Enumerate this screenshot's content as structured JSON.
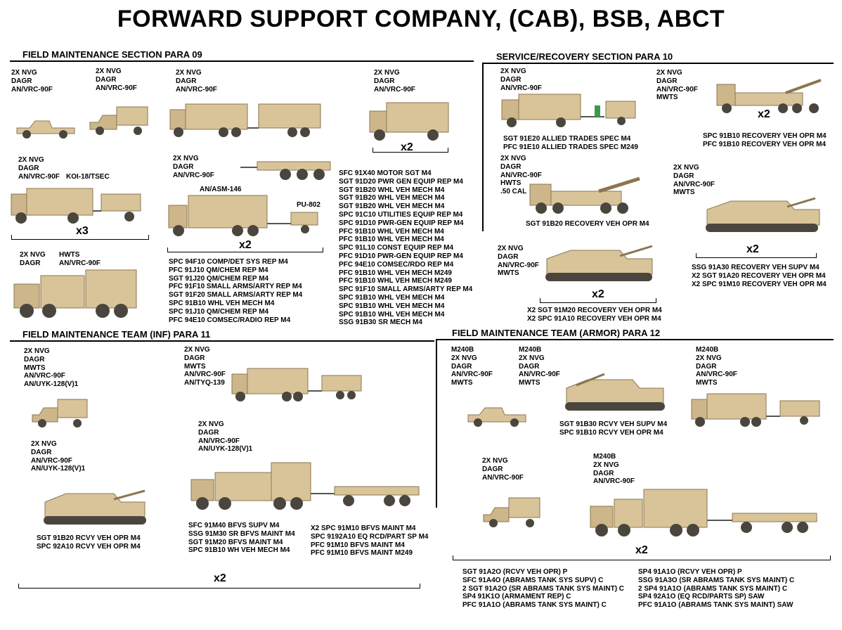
{
  "title": "FORWARD SUPPORT COMPANY,  (CAB), BSB, ABCT",
  "sections": {
    "fms": "FIELD MAINTENANCE SECTION   PARA 09",
    "srs": "SERVICE/RECOVERY SECTION   PARA 10",
    "fmt_inf": "FIELD MAINTENANCE TEAM (INF)  PARA 11",
    "fmt_armor": "FIELD MAINTENANCE TEAM (ARMOR)  PARA 12"
  },
  "equip": {
    "e1": "2X NVG\nDAGR\nAN/VRC-90F",
    "e2": "2X NVG\nDAGR\nAN/VRC-90F",
    "e3": "2X NVG\nDAGR\nAN/VRC-90F",
    "e4": "2X NVG\nDAGR\nAN/VRC-90F",
    "e5": "2X NVG\nDAGR\nAN/VRC-90F",
    "koi": "KOI-18/TSEC",
    "e6": "2X NVG\nDAGR\nAN/VRC-90F",
    "asm": "AN/ASM-146",
    "pu": "PU-802",
    "e7": "2X NVG\nDAGR",
    "e7b": "HWTS\nAN/VRC-90F",
    "s1": "2X NVG\nDAGR\nAN/VRC-90F",
    "s2": "2X NVG\nDAGR\nAN/VRC-90F\nMWTS",
    "s3": "2X NVG\nDAGR\nAN/VRC-90F\nHWTS\n.50 CAL",
    "s4": "2X NVG\nDAGR\nAN/VRC-90F\nMWTS",
    "s5": "2X NVG\nDAGR\nAN/VRC-90F\nMWTS",
    "i1": "2X NVG\nDAGR\nMWTS\nAN/VRC-90F\nAN/UYK-128(V)1",
    "i2": "2X NVG\nDAGR\nMWTS\nAN/VRC-90F\nAN/TYQ-139",
    "i3": "2X NVG\nDAGR\nAN/VRC-90F\nAN/UYK-128(V)1",
    "i4": "2X NVG\nDAGR\nAN/VRC-90F\nAN/UYK-128(V)1",
    "a1": "M240B\n2X NVG\nDAGR\nAN/VRC-90F\nMWTS",
    "a2": "M240B\n2X NVG\nDAGR\nAN/VRC-90F\nMWTS",
    "a3": "M240B\n2X NVG\nDAGR\nAN/VRC-90F\nMWTS",
    "a4": "2X NVG\nDAGR\nAN/VRC-90F",
    "a5": "M240B\n2X NVG\nDAGR\nAN/VRC-90F"
  },
  "personnel": {
    "fms_mid": "SPC 94F10 COMP/DET SYS REP M4\nPFC 91J10 QM/CHEM REP M4\nSGT 91J20 QM/CHEM REP M4\nPFC 91F10 SMALL ARMS/ARTY REP M4\nSGT 91F20 SMALL ARMS/ARTY REP M4\nSPC 91B10 WHL VEH MECH M4\nSPC 91J10 QM/CHEM REP M4\nPFC 94E10 COMSEC/RADIO REP M4",
    "fms_right": "SFC 91X40 MOTOR SGT M4\nSGT 91D20 PWR GEN EQUIP REP M4\nSGT 91B20 WHL VEH MECH M4\nSGT 91B20 WHL VEH MECH M4\nSGT 91B20 WHL VEH MECH M4\nSPC 91C10 UTILITIES EQUIP REP M4\nSPC 91D10 PWR-GEN EQUIP REP M4\nPFC 91B10 WHL VEH MECH M4\nPFC 91B10 WHL VEH MECH M4\nSPC 91L10 CONST EQUIP REP M4\nPFC 91D10 PWR-GEN EQUIP REP M4\nPFC 94E10 COMSEC/RDO REP M4\nPFC 91B10 WHL VEH MECH M249\nPFC 91B10 WHL VEH MECH M249\nSPC 91F10 SMALL ARMS/ARTY REP M4\nSPC 91B10 WHL VEH MECH M4\nSPC 91B10 WHL VEH MECH M4\nSPC 91B10 WHL VEH MECH M4\nSSG 91B30 SR MECH M4",
    "srs1": "SGT 91E20 ALLIED TRADES SPEC M4\nPFC 91E10 ALLIED TRADES SPEC M249",
    "srs2": "SPC 91B10 RECOVERY VEH OPR M4\nPFC 91B10 RECOVERY VEH OPR M4",
    "srs3": "SGT 91B20 RECOVERY VEH OPR M4",
    "srs4": "SSG 91A30 RECOVERY VEH SUPV M4\nX2 SGT 91A20 RECOVERY VEH OPR M4\nX2 SPC 91M10 RECOVERY VEH OPR M4",
    "srs5": "X2 SGT 91M20 RECOVERY VEH OPR M4\nX2 SPC 91A10 RECOVERY VEH OPR M4",
    "inf1": "SGT 91B20 RCVY VEH OPR M4\nSPC 92A10 RCVY VEH OPR M4",
    "inf2": "SFC 91M40 BFVS SUPV M4\nSSG 91M30 SR BFVS MAINT M4\nSGT 91M20 BFVS MAINT M4\nSPC 91B10 WH VEH MECH M4",
    "inf3": "X2 SPC 91M10 BFVS MAINT M4\nSPC 9192A10 EQ RCD/PART SP M4\nPFC 91M10 BFVS MAINT M4\nPFC 91M10 BFVS MAINT M249",
    "arm1": "SGT 91B30 RCVY VEH SUPV M4\nSPC 91B10 RCVY VEH OPR M4",
    "arm2": "SGT 91A2O (RCVY VEH OPR) P\nSFC 91A4O (ABRAMS TANK SYS SUPV) C\n2 SGT 91A2O (SR ABRAMS TANK SYS MAINT) C\nSP4 91K1O (ARMAMENT REP) C\nPFC 91A1O (ABRAMS TANK SYS MAINT) C",
    "arm3": "SP4 91A1O (RCVY VEH OPR) P\nSSG 91A3O (SR ABRAMS TANK SYS MAINT) C\n2 SP4 91A1O (ABRAMS TANK SYS MAINT) C\nSP4 92A1O (EQ RCD/PARTS SP) SAW\nPFC 91A1O (ABRAMS TANK SYS MAINT) SAW"
  },
  "multipliers": {
    "m_x2_top": "x2",
    "m_x3": "x3",
    "m_x2_asm": "x2",
    "m_x2_hemtt": "x2",
    "m_x2_m88": "x2",
    "m_x2_m88b": "x2",
    "m_x2_inf": "x2",
    "m_x2_arm": "x2"
  },
  "colors": {
    "tan": "#d9c49a",
    "tan_dark": "#b59d6c",
    "wheel": "#4a463e",
    "line": "#000000"
  }
}
